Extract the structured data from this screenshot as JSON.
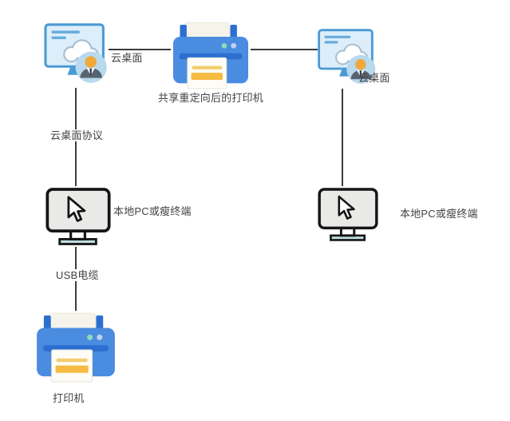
{
  "diagram_type": "network-topology",
  "background": "#ffffff",
  "colors": {
    "connector": "#3c3c3c",
    "label_text": "#424242",
    "printer_body": "#4a8ce0",
    "printer_dark": "#2d6fd1",
    "paper_front": "#fdfcf6",
    "paper_back": "#f6f4ea",
    "stripe_yellow_light": "#f3cd6b",
    "stripe_yellow": "#f6bb42",
    "dot_green": "#90d9b8",
    "dot_blue": "#c3d0ef",
    "monitor_blue": "#4a9ad4",
    "screen_blue": "#ddeefa",
    "avatar_circle": "#b8d9ee",
    "avatar_head": "#f0a838",
    "avatar_suit": "#57646f",
    "pc_outline": "#151515",
    "pc_screen": "#e9e9e7",
    "pc_base": "#bfdde2"
  },
  "labels": {
    "edge_cloud_left": "云桌面",
    "shared_printer": "共享重定向后的打印机",
    "cloud_right": "云桌面",
    "protocol": "云桌面协议",
    "local_pc_left": "本地PC或瘦终端",
    "local_pc_right": "本地PC或瘦终端",
    "usb_cable": "USB电缆",
    "local_printer": "打印机"
  },
  "nodes": [
    {
      "id": "cloud-desktop-left",
      "icon": "cloud-desktop-icon",
      "label": "云桌面"
    },
    {
      "id": "shared-printer",
      "icon": "printer-icon",
      "label": "共享重定向后的打印机"
    },
    {
      "id": "cloud-desktop-right",
      "icon": "cloud-desktop-icon",
      "label": "云桌面"
    },
    {
      "id": "local-pc-left",
      "icon": "monitor-cursor-icon",
      "label": "本地PC或瘦终端"
    },
    {
      "id": "local-pc-right",
      "icon": "monitor-cursor-icon",
      "label": "本地PC或瘦终端"
    },
    {
      "id": "local-printer",
      "icon": "printer-icon",
      "label": "打印机"
    }
  ],
  "edges": [
    {
      "from": "cloud-desktop-left",
      "to": "shared-printer",
      "label": "云桌面"
    },
    {
      "from": "shared-printer",
      "to": "cloud-desktop-right",
      "label": ""
    },
    {
      "from": "cloud-desktop-left",
      "to": "local-pc-left",
      "label": "云桌面协议"
    },
    {
      "from": "local-pc-left",
      "to": "local-printer",
      "label": "USB电缆"
    },
    {
      "from": "cloud-desktop-right",
      "to": "local-pc-right",
      "label": ""
    }
  ]
}
